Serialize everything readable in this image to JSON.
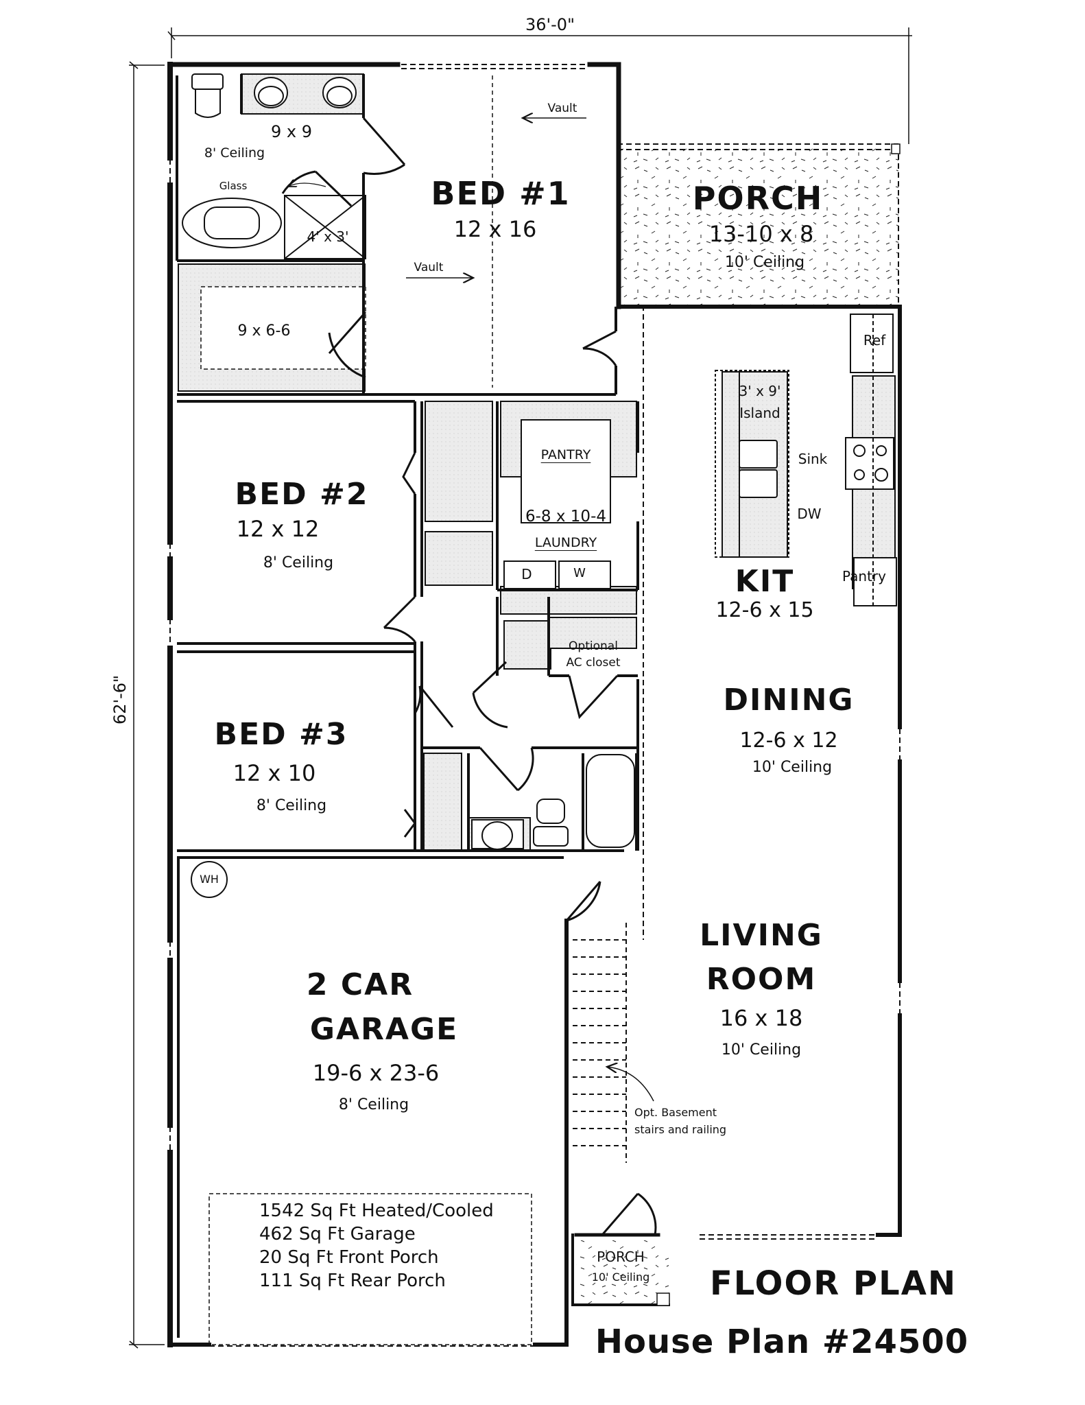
{
  "title": {
    "main": "FLOOR PLAN",
    "plan_number": "House Plan #24500"
  },
  "dimensions": {
    "overall_width": "36'-0\"",
    "overall_depth": "62'-6\""
  },
  "rooms": {
    "master_bath": {
      "size": "9 x 9",
      "ceiling": "8' Ceiling",
      "glass_note": "Glass",
      "shower_size": "4' x 3'"
    },
    "walk_in_closet": {
      "size": "9 x 6-6"
    },
    "bed1": {
      "name": "BED #1",
      "size": "12 x 16",
      "vault_top": "Vault",
      "vault_bottom": "Vault"
    },
    "rear_porch": {
      "name": "PORCH",
      "size": "13-10 x 8",
      "ceiling": "10' Ceiling"
    },
    "bed2": {
      "name": "BED #2",
      "size": "12 x 12",
      "ceiling": "8' Ceiling"
    },
    "pantry_laundry": {
      "pantry": "PANTRY",
      "size": "6-8 x 10-4",
      "laundry": "LAUNDRY",
      "dryer": "D",
      "washer": "W"
    },
    "ac_closet": {
      "line1": "Optional",
      "line2": "AC closet"
    },
    "kitchen": {
      "name": "KIT",
      "size": "12-6 x 15",
      "island_size": "3' x 9'",
      "island_label": "Island",
      "sink": "Sink",
      "dishwasher": "DW",
      "fridge": "Ref",
      "pantry_cabinet": "Pantry"
    },
    "dining": {
      "name": "DINING",
      "size": "12-6 x 12",
      "ceiling": "10' Ceiling"
    },
    "bed3": {
      "name": "BED #3",
      "size": "12 x 10",
      "ceiling": "8' Ceiling"
    },
    "garage": {
      "name_line1": "2 CAR",
      "name_line2": "GARAGE",
      "size": "19-6 x 23-6",
      "ceiling": "8' Ceiling",
      "water_heater": "WH"
    },
    "living": {
      "name_line1": "LIVING",
      "name_line2": "ROOM",
      "size": "16 x 18",
      "ceiling": "10' Ceiling",
      "stairs_note_line1": "Opt. Basement",
      "stairs_note_line2": "stairs and railing"
    },
    "front_porch": {
      "name": "PORCH",
      "ceiling": "10' Ceiling"
    }
  },
  "square_footage": [
    "1542 Sq Ft Heated/Cooled",
    "462 Sq Ft Garage",
    "20 Sq Ft Front Porch",
    "111 Sq Ft Rear Porch"
  ],
  "colors": {
    "wall": "#111111",
    "fill": "#e6e6e6",
    "paper": "#ffffff"
  }
}
